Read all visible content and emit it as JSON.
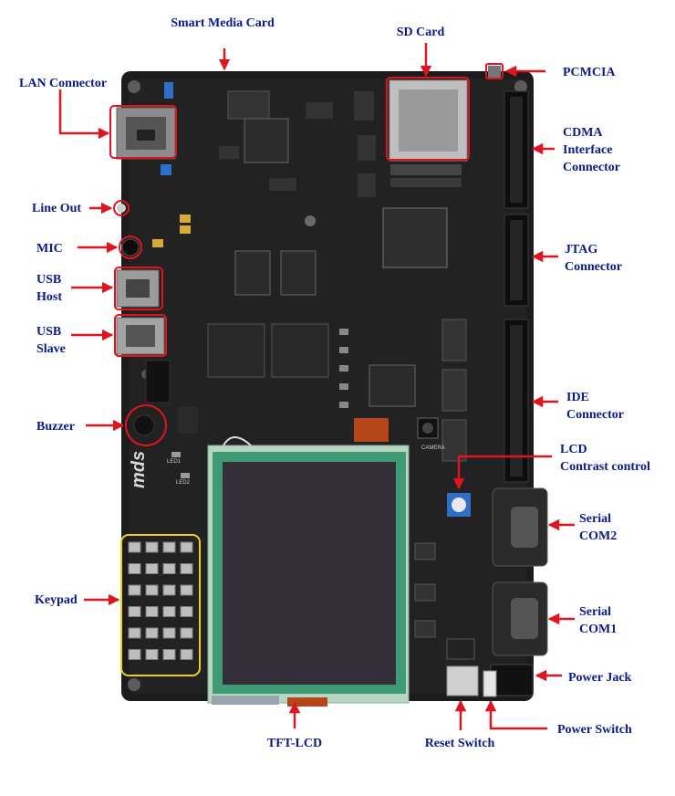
{
  "diagram": {
    "labels": {
      "smart_media": "Smart Media Card",
      "sd_card": "SD Card",
      "pcmcia": "PCMCIA",
      "lan": "LAN Connector",
      "cdma": [
        "CDMA",
        "Interface",
        "Connector"
      ],
      "line_out": "Line Out",
      "mic": "MIC",
      "jtag": [
        "JTAG",
        "Connector"
      ],
      "usb_host": [
        "USB",
        "Host"
      ],
      "usb_slave": [
        "USB",
        "Slave"
      ],
      "ide": [
        "IDE",
        "Connector"
      ],
      "buzzer": "Buzzer",
      "lcd_contrast": [
        "LCD",
        "Contrast control"
      ],
      "com2": [
        "Serial",
        "COM2"
      ],
      "keypad": "Keypad",
      "com1": [
        "Serial",
        "COM1"
      ],
      "power_jack": "Power Jack",
      "power_switch": "Power Switch",
      "tft_lcd": "TFT-LCD",
      "reset_switch": "Reset Switch"
    },
    "board_silkscreen": {
      "logo": "mds",
      "camera": "CAMERA",
      "led1": "LED1",
      "led2": "LED2"
    },
    "colors": {
      "label_text": "#0a1a8c",
      "arrow": "#e0141e",
      "highlight_red": "#e0141e",
      "highlight_yellow": "#e8d21e",
      "pcb": "#1c1c1c",
      "lcd_frame": "#3f9a76",
      "lcd_screen": "#343039"
    }
  }
}
